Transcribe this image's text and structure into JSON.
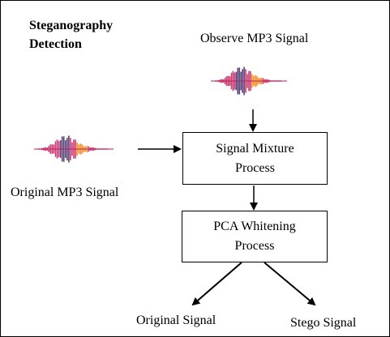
{
  "title": "Steganography\nDetection",
  "labels": {
    "observe": "Observe MP3 Signal",
    "original_input": "Original MP3 Signal",
    "output_original": "Original Signal",
    "output_stego": "Stego Signal"
  },
  "boxes": {
    "mixture": "Signal Mixture\nProcess",
    "pca": "PCA Whitening\nProcess"
  },
  "colors": {
    "waveform_main": "#c2185b",
    "waveform_accent": "#f57c00",
    "waveform_dark": "#3b1f5e"
  }
}
